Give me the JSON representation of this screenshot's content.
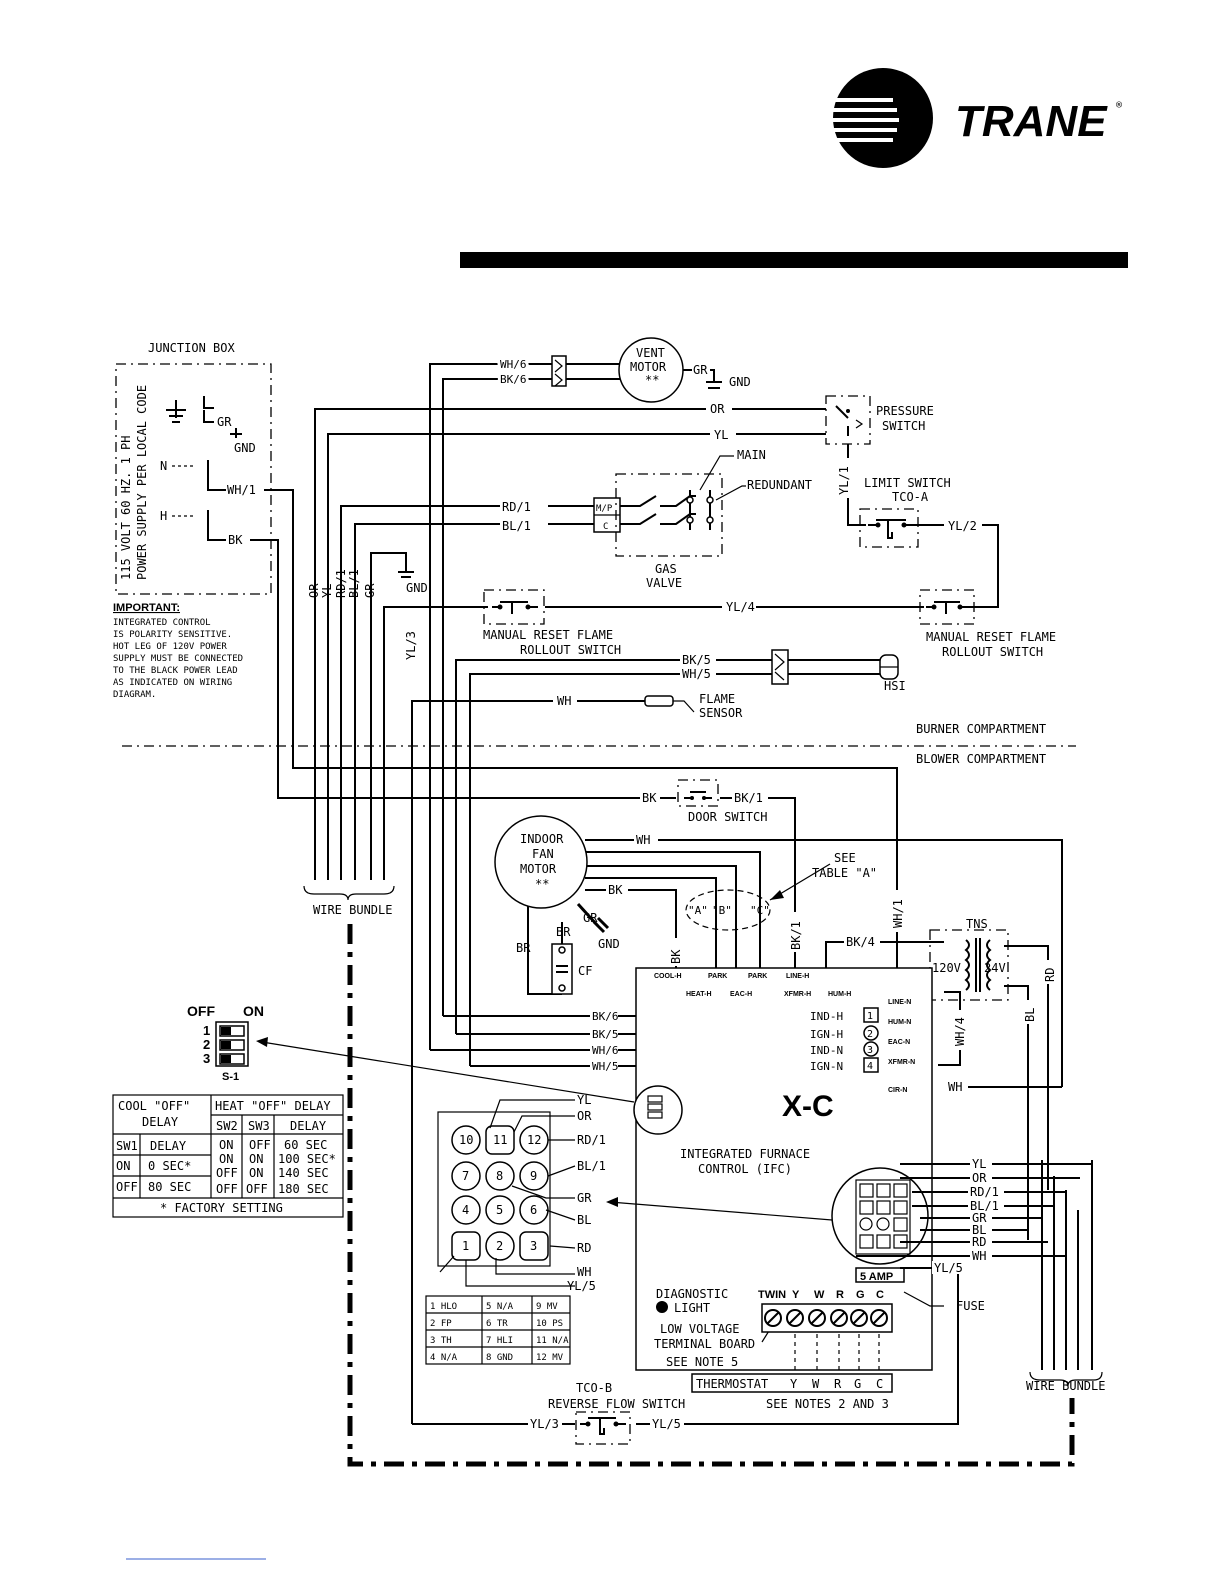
{
  "brand": {
    "name": "TRANE",
    "registered": "®"
  },
  "junction_box": {
    "title": "JUNCTION BOX",
    "supply_line1": "115 VOLT 60 HZ. 1 PH",
    "supply_line2": "POWER SUPPLY PER LOCAL CODE",
    "gr": "GR",
    "gnd": "GND",
    "n": "N",
    "h": "H",
    "wh1": "WH/1",
    "bk": "BK"
  },
  "important": {
    "heading": "IMPORTANT:",
    "lines": [
      "INTEGRATED CONTROL",
      "IS POLARITY SENSITIVE.",
      "HOT LEG OF 120V POWER",
      "SUPPLY MUST BE CONNECTED",
      "TO THE BLACK POWER LEAD",
      "AS INDICATED ON WIRING",
      "DIAGRAM."
    ]
  },
  "vent_motor": {
    "line1": "VENT",
    "line2": "MOTOR",
    "mark": "**",
    "wh6": "WH/6",
    "bk6": "BK/6",
    "gr": "GR",
    "gnd": "GND"
  },
  "pressure_switch": {
    "line1": "PRESSURE",
    "line2": "SWITCH",
    "or": "OR",
    "yl": "YL",
    "yl1": "YL/1"
  },
  "limit_switch": {
    "line1": "LIMIT SWITCH",
    "line2": "TCO-A",
    "yl2": "YL/2"
  },
  "gas_valve": {
    "line1": "GAS",
    "line2": "VALVE",
    "main": "MAIN",
    "redundant": "REDUNDANT",
    "mp": "M/P",
    "c": "C",
    "rd1": "RD/1",
    "bl1": "BL/1"
  },
  "bundle_labels": [
    "OR",
    "YL",
    "RD/1",
    "BL/1",
    "GR"
  ],
  "gnd2": "GND",
  "yl3": "YL/3",
  "rollout_left": {
    "line1": "MANUAL RESET FLAME",
    "line2": "ROLLOUT SWITCH"
  },
  "rollout_right": {
    "line1": "MANUAL RESET FLAME",
    "line2": "ROLLOUT SWITCH"
  },
  "yl4": "YL/4",
  "hsi": {
    "label": "HSI",
    "bk5": "BK/5",
    "wh5": "WH/5"
  },
  "flame_sensor": {
    "line1": "FLAME",
    "line2": "SENSOR",
    "wh": "WH"
  },
  "compartments": {
    "burner": "BURNER COMPARTMENT",
    "blower": "BLOWER COMPARTMENT"
  },
  "door_switch": {
    "label": "DOOR SWITCH",
    "bk": "BK",
    "bk1": "BK/1"
  },
  "fan_motor": {
    "line1": "INDOOR",
    "line2": "FAN",
    "line3": "MOTOR",
    "mark": "**",
    "wh": "WH",
    "bk": "BK",
    "br1": "BR",
    "br2": "BR",
    "gr": "GR",
    "gnd": "GND",
    "cf": "CF"
  },
  "table_a_ref": {
    "line1": "SEE",
    "line2": "TABLE \"A\"",
    "a": "\"A\"",
    "b": "\"B\"",
    "c": "\"C\""
  },
  "wire_labels": {
    "bk": "BK",
    "bk1": "BK/1",
    "wh1": "WH/1",
    "bk4": "BK/4",
    "wh4": "WH/4",
    "bl": "BL",
    "rd": "RD",
    "wh": "WH"
  },
  "wire_bundle": "WIRE BUNDLE",
  "wire_bundle2": "WIRE BUNDLE",
  "transformer": {
    "label": "TNS",
    "v120": "120V",
    "v24": "24V"
  },
  "ifc": {
    "model": "X-C",
    "line1": "INTEGRATED FURNACE",
    "line2": "CONTROL (IFC)",
    "top_terminals": [
      "COOL-H",
      "PARK",
      "PARK",
      "LINE-H"
    ],
    "top_terminals2": [
      "HEAT-H",
      "EAC-H",
      "XFMR-H",
      "HUM-H"
    ],
    "right_terminals": [
      "LINE-N",
      "HUM-N",
      "EAC-N",
      "XFMR-N",
      "CIR-N"
    ],
    "ign_terms": [
      "IND-H",
      "IGN-H",
      "IND-N",
      "IGN-N"
    ],
    "ign_nums": [
      "1",
      "2",
      "3",
      "4"
    ],
    "left_wires": [
      "BK/6",
      "BK/5",
      "WH/6",
      "WH/5"
    ],
    "diagnostic_line1": "DIAGNOSTIC",
    "diagnostic_line2": "LIGHT",
    "lv_line1": "LOW VOLTAGE",
    "lv_line2": "TERMINAL BOARD",
    "note5": "SEE NOTE 5",
    "terminals": [
      "TWIN",
      "Y",
      "W",
      "R",
      "G",
      "C"
    ],
    "fuse_box": "5 AMP",
    "fuse": "FUSE",
    "plug_wires": [
      "YL",
      "OR",
      "RD/1",
      "BL/1",
      "GR",
      "BL",
      "RD",
      "WH"
    ],
    "yl5": "YL/5"
  },
  "plug12": {
    "pins": [
      "10",
      "11",
      "12",
      "7",
      "8",
      "9",
      "4",
      "5",
      "6",
      "1",
      "2",
      "3"
    ],
    "wires": [
      "YL",
      "OR",
      "RD/1",
      "BL/1",
      "GR",
      "BL",
      "RD",
      "WH",
      "YL/5"
    ]
  },
  "pin_table": [
    [
      "1 HLO",
      "5 N/A",
      "9 MV"
    ],
    [
      "2 FP",
      "6 TR",
      "10 PS"
    ],
    [
      "3 TH",
      "7 HLI",
      "11 N/A"
    ],
    [
      "4 N/A",
      "8 GND",
      "12 MV"
    ]
  ],
  "dip": {
    "off": "OFF",
    "on": "ON",
    "rows": [
      "1",
      "2",
      "3"
    ],
    "name": "S-1"
  },
  "delay_table": {
    "cool_header": "COOL \"OFF\" DELAY",
    "heat_header": "HEAT \"OFF\" DELAY",
    "cool_cols": [
      "SW1",
      "DELAY"
    ],
    "heat_cols": [
      "SW2",
      "SW3",
      "DELAY"
    ],
    "cool_rows": [
      [
        "ON",
        "0 SEC*"
      ],
      [
        "OFF",
        "80 SEC"
      ]
    ],
    "heat_rows": [
      [
        "ON",
        "OFF",
        "60 SEC"
      ],
      [
        "ON",
        "ON",
        "100 SEC*"
      ],
      [
        "OFF",
        "ON",
        "140 SEC"
      ],
      [
        "OFF",
        "OFF",
        "180 SEC"
      ]
    ],
    "footer": "* FACTORY SETTING"
  },
  "thermostat": {
    "label": "THERMOSTAT",
    "terms": [
      "Y",
      "W",
      "R",
      "G",
      "C"
    ],
    "notes": "SEE NOTES 2 AND 3"
  },
  "tco_b": {
    "line1": "TCO-B",
    "line2": "REVERSE FLOW SWITCH",
    "yl3": "YL/3",
    "yl5": "YL/5"
  }
}
